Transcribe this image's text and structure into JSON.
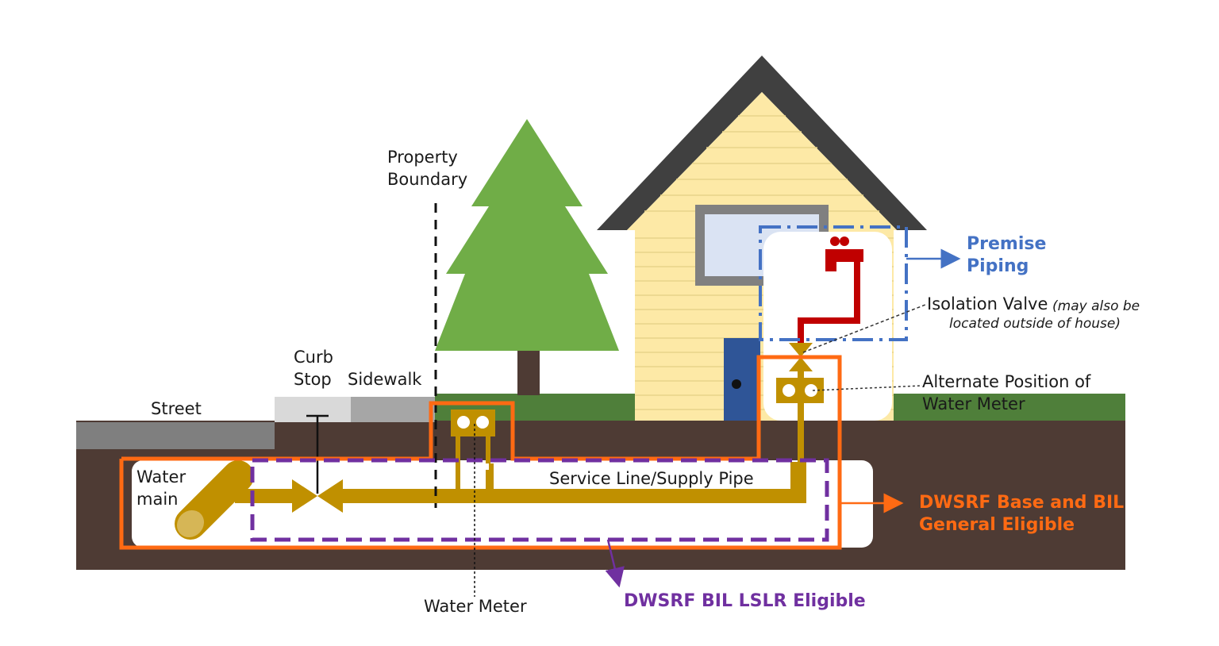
{
  "labels": {
    "property_boundary": "Property\nBoundary",
    "curb_stop": "Curb\nStop",
    "sidewalk": "Sidewalk",
    "street": "Street",
    "water_main": "Water\nmain",
    "service_line": "Service Line/Supply Pipe",
    "water_meter": "Water Meter",
    "alternate_meter": "Alternate Position of\nWater Meter",
    "isolation_valve": "Isolation Valve",
    "isolation_note_1": "(may also be",
    "isolation_note_2": "located outside of house)",
    "premise_piping": "Premise\nPiping",
    "dwsrf_base": "DWSRF Base and BIL\nGeneral Eligible",
    "dwsrf_lslr": "DWSRF BIL LSLR Eligible"
  },
  "colors": {
    "soil": "#4e3b34",
    "grass": "#4f7f3a",
    "street": "#7f7f7f",
    "sidewalk": "#a6a6a6",
    "curb": "#d9d9d9",
    "house_siding": "#fde9a6",
    "roof": "#404040",
    "door": "#2f5597",
    "tree": "#70ad47",
    "trunk": "#4e3b34",
    "pipe": "#c09000",
    "main_pipe": "#d6b656",
    "premise_pipe": "#c00000",
    "orange_outline": "#ff6a13",
    "purple_outline": "#7030a0",
    "blue_outline": "#4472c4"
  }
}
